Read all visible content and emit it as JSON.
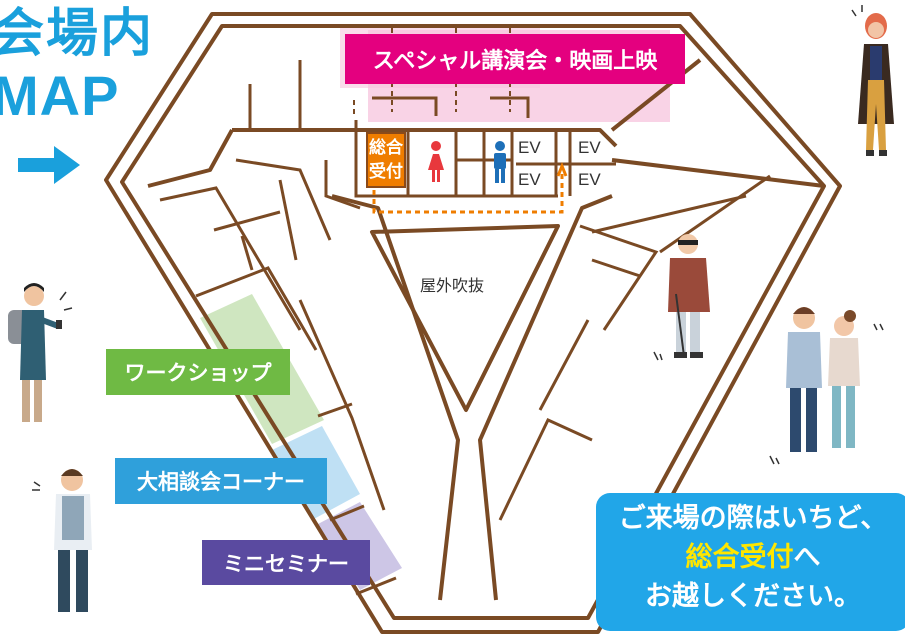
{
  "header": {
    "title_line1": "会場内",
    "title_line2": "MAP"
  },
  "map": {
    "areas": {
      "special": "スペシャル講演会・映画上映",
      "workshop": "ワークショップ",
      "consultation": "大相談会コーナー",
      "seminar": "ミニセミナー",
      "atrium": "屋外吹抜"
    },
    "reception": {
      "line1": "総合",
      "line2": "受付"
    },
    "elevators": [
      "EV",
      "EV",
      "EV",
      "EV"
    ]
  },
  "notice": {
    "line1": "ご来場の際はいちど、",
    "line2_highlight": "総合受付",
    "line2_rest": "へ",
    "line3": "お越しください。"
  },
  "colors": {
    "title": "#1aa0dc",
    "wall": "#7a4a24",
    "special": "#e4007f",
    "workshop": "#6fba44",
    "consultation": "#2fa0db",
    "seminar": "#5a4aa0",
    "reception": "#ef7d00",
    "notice": "#21a6e8",
    "highlight": "#ffe600"
  }
}
